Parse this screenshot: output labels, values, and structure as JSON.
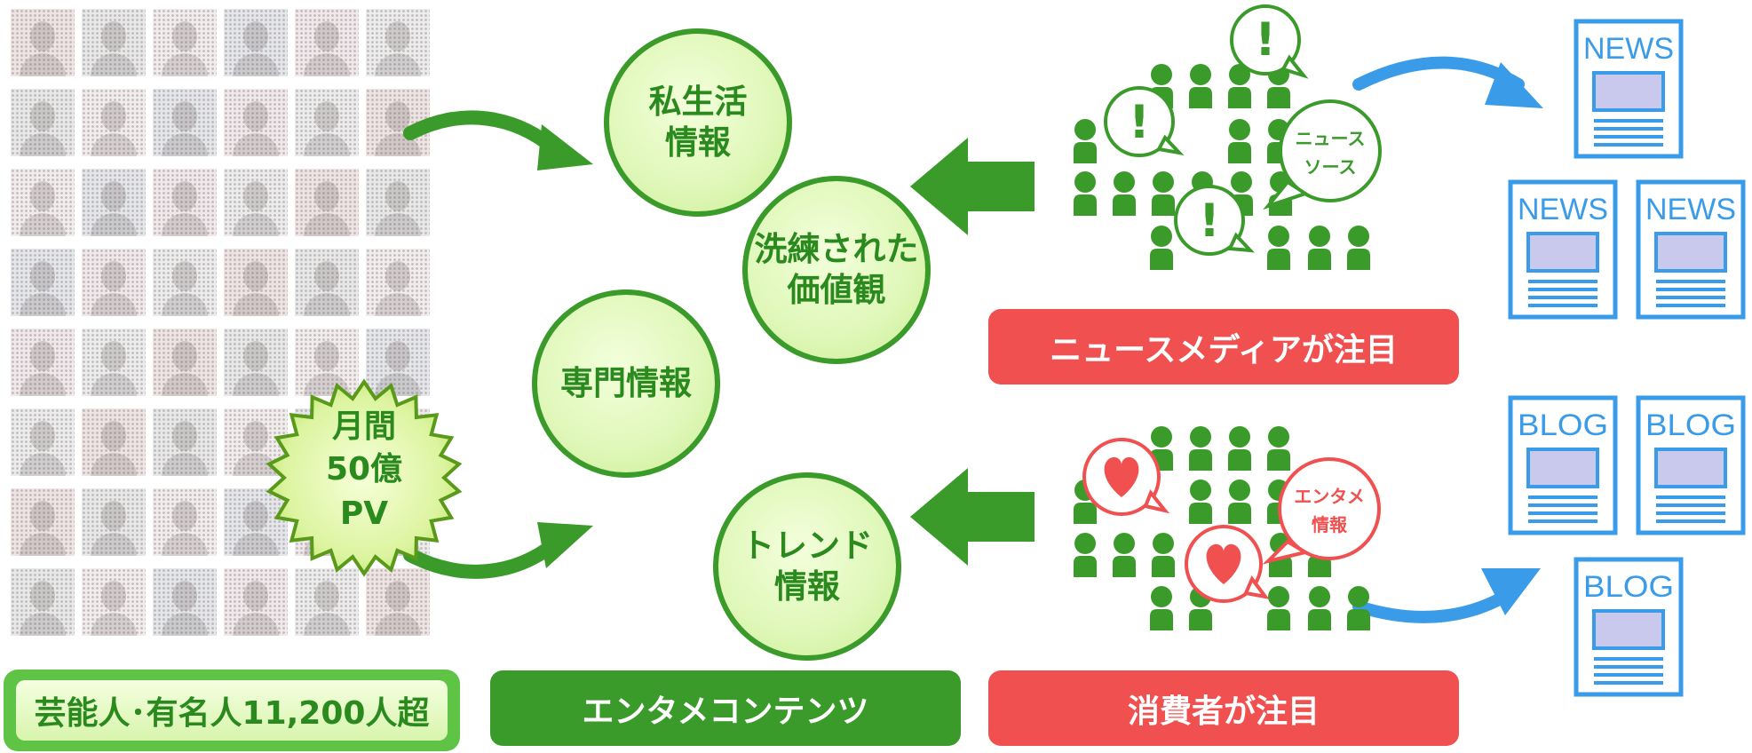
{
  "circles": {
    "private": [
      "私生活",
      "情報"
    ],
    "refined": [
      "洗練された",
      "価値観"
    ],
    "expert": [
      "専門情報"
    ],
    "trend": [
      "トレンド",
      "情報"
    ]
  },
  "starburst": [
    "月間",
    "50億",
    "PV"
  ],
  "labels": {
    "celebrities": "芸能人･有名人11,200人超",
    "content": "エンタメコンテンツ",
    "news_media": "ニュースメディアが注目",
    "consumers": "消費者が注目"
  },
  "bubbles": {
    "news_source": [
      "ニュース",
      "ソース"
    ],
    "entame": [
      "エンタメ",
      "情報"
    ],
    "exclaim": "!"
  },
  "docs": {
    "news": "NEWS",
    "blog": "BLOG"
  },
  "colors": {
    "green": "#3a9a2a",
    "light_green": "#5fc446",
    "red": "#f0504f",
    "blue": "#3a9be8"
  },
  "icons": [
    "person-icon",
    "heart-icon",
    "arrow-icon",
    "news-document-icon",
    "blog-document-icon"
  ]
}
